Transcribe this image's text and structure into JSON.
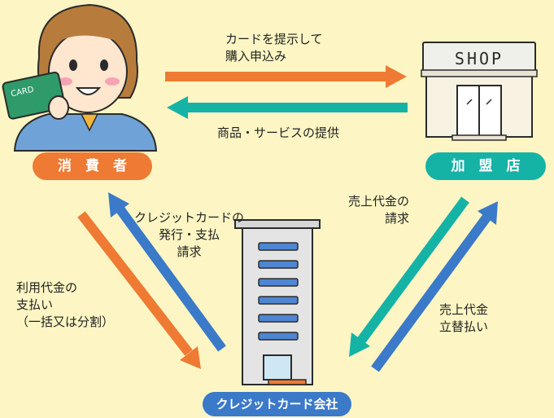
{
  "nodes": {
    "consumer": "消　費　者",
    "shop": "加　盟　店",
    "card_company": "クレジットカード会社"
  },
  "illustration": {
    "card_text": "CARD",
    "shop_sign": "SHOP"
  },
  "flows": {
    "present_card": "カードを提示して\n購入申込み",
    "provide_goods": "商品・サービスの提供",
    "issue_card": "クレジットカードの\n発行・支払\n請求",
    "pay_usage": "利用代金の\n支払い\n（一括又は分割）",
    "bill_sales": "売上代金の\n請求",
    "advance_sales": "売上代金\n立替払い"
  },
  "colors": {
    "background": "#fdf6c4",
    "orange": "#ef7a33",
    "teal": "#15b3a6",
    "blue": "#3b79c9"
  }
}
